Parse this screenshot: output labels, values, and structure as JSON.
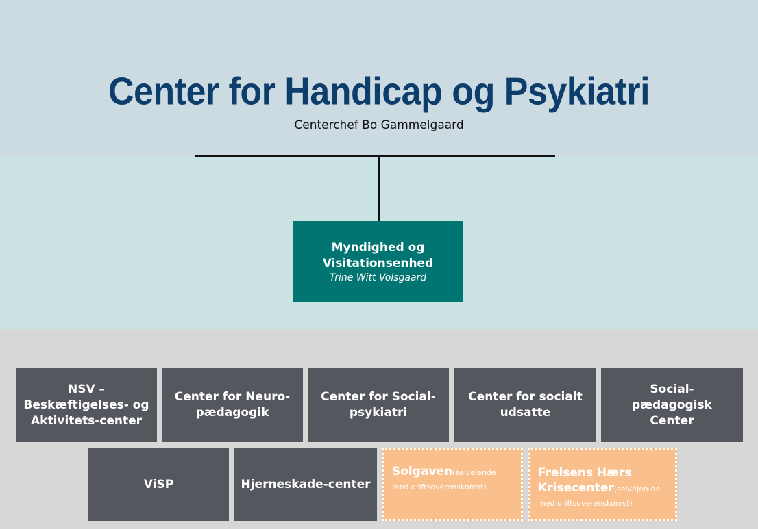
{
  "header": {
    "title": "Center for Handicap og Psykiatri",
    "subtitle": "Centerchef Bo Gammelgaard"
  },
  "authority": {
    "name": "Myndighed og Visitationsenhed",
    "person": "Trine Witt Volsgaard"
  },
  "units_row1": [
    {
      "label": "NSV – Beskæftigelses- og Aktivitets-center"
    },
    {
      "label": "Center for Neuro-pædagogik"
    },
    {
      "label": "Center for Social-psykiatri"
    },
    {
      "label": "Center for socialt udsatte"
    },
    {
      "label": "Social-pædagogisk Center"
    }
  ],
  "units_row2": [
    {
      "label": "ViSP"
    },
    {
      "label": "Hjerneskade-center"
    }
  ],
  "external": [
    {
      "name": "Solgaven",
      "note": "(selvejende med driftsoverenskomst)"
    },
    {
      "name": "Frelsens Hærs Krisecenter",
      "note": "(selvejen-de med driftsoverenskomst)"
    }
  ],
  "colors": {
    "top_band": "#ccdae2",
    "middle_band": "#cbe3e3",
    "bottom_band": "#d7d7d7",
    "title": "#0d3d6b",
    "authority_box": "#017572",
    "unit_box": "#55575e",
    "external_box": "#f9c08e"
  }
}
